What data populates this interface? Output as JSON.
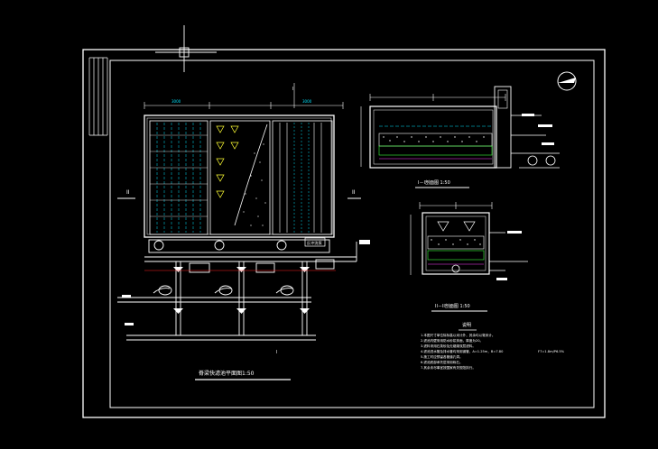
{
  "colors": {
    "background": "#000000",
    "line": "#ffffff",
    "cyan": "#00e5ff",
    "green": "#3cff3c",
    "yellow": "#ffff33",
    "red": "#ff2020",
    "magenta": "#ff40ff"
  },
  "plan": {
    "title": "脊梁快滤池平面图1:50",
    "section_mark_left": "II",
    "section_mark_right": "II",
    "section_mark_bottom": "I",
    "section_mark_top": "I",
    "room_label": "反冲洗泵"
  },
  "section_1": {
    "title": "I－I剖面图   1:50"
  },
  "section_2": {
    "title": "II－II剖面图   1:50"
  },
  "notes": {
    "heading": "说明",
    "lines": [
      "1.本图尺寸单位除标高以米计外，其余均以毫米计。",
      "2.滤池内壁采用防水砂浆抹面，厚度为20。",
      "3.滤料采用石英砂及无烟煤双层滤料。",
      "4.滤池进水管及排水管均采用钢管，A=1.25m，B=7.80",
      "5.施工时应预留各管道孔洞。",
      "6.滤池底部承托层采用砾石。",
      "7.其余未尽事宜按国家有关规范执行。"
    ],
    "side_note": "F7=1.8m/P6.5%"
  }
}
